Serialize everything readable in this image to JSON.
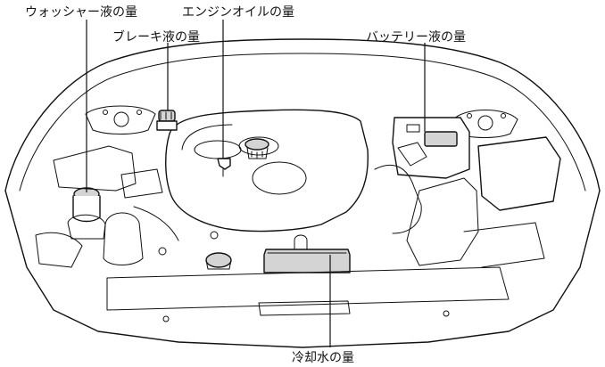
{
  "labels": {
    "washer_fluid": "ウォッシャー液の量",
    "engine_oil": "エンジンオイルの量",
    "brake_fluid": "ブレーキ液の量",
    "battery_fluid": "バッテリー液の量",
    "coolant": "冷却水の量"
  }
}
